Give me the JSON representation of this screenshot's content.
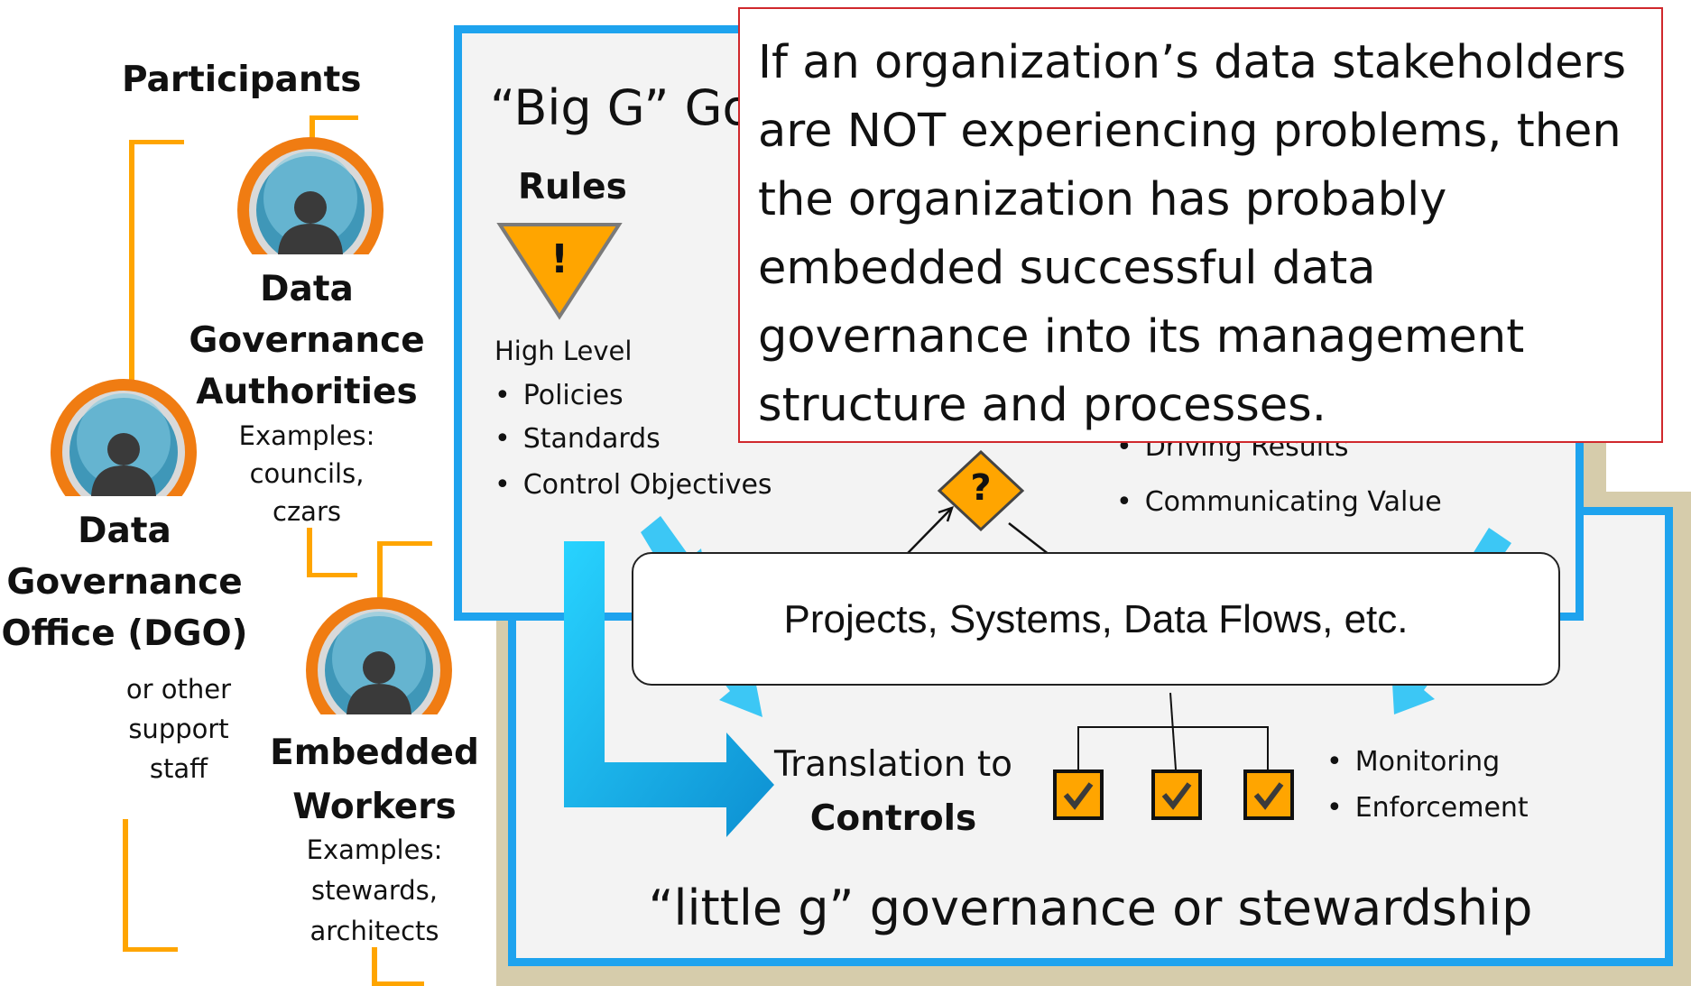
{
  "participants": {
    "heading": "Participants",
    "dga": {
      "title_lines": [
        "Data",
        "Governance",
        "Authorities"
      ],
      "examples_lines": [
        "Examples:",
        "councils,",
        "czars"
      ]
    },
    "dgo": {
      "title_lines": [
        "Data",
        "Governance",
        "Office (DGO)"
      ],
      "sub_lines": [
        "or other",
        "support",
        "staff"
      ]
    },
    "workers": {
      "title_lines": [
        "Embedded",
        "Workers"
      ],
      "examples_lines": [
        "Examples:",
        "stewards,",
        "architects"
      ]
    }
  },
  "big_g": {
    "title": "“Big G” Go",
    "rules_label": "Rules",
    "warning_symbol": "!",
    "high_level_label": "High Level",
    "rule_items": [
      "Policies",
      "Standards",
      "Control Objectives"
    ],
    "right_items": [
      "Driving Results",
      "Communicating Value"
    ]
  },
  "projects_label": "Projects, Systems, Data Flows, etc.",
  "question_symbol": "?",
  "translation": {
    "line1": "Translation to",
    "line2": "Controls"
  },
  "control_items": [
    "Monitoring",
    "Enforcement"
  ],
  "little_g_title": "“little g” governance or stewardship",
  "callout_text": "If an organization’s data stakeholders are NOT experiencing problems, then the organization has probably embedded successful data governance into its management structure and processes.",
  "icons": [
    "person-icon",
    "warning-triangle-icon",
    "question-diamond-icon",
    "checkbox-icon",
    "arrow-icon"
  ],
  "colors": {
    "accent_orange": "#ffa500",
    "box_blue": "#1ea3ee",
    "arrow_blue": "#3cc7f5",
    "callout_border": "#d0282c",
    "shadow_tan": "#d6ccab"
  }
}
